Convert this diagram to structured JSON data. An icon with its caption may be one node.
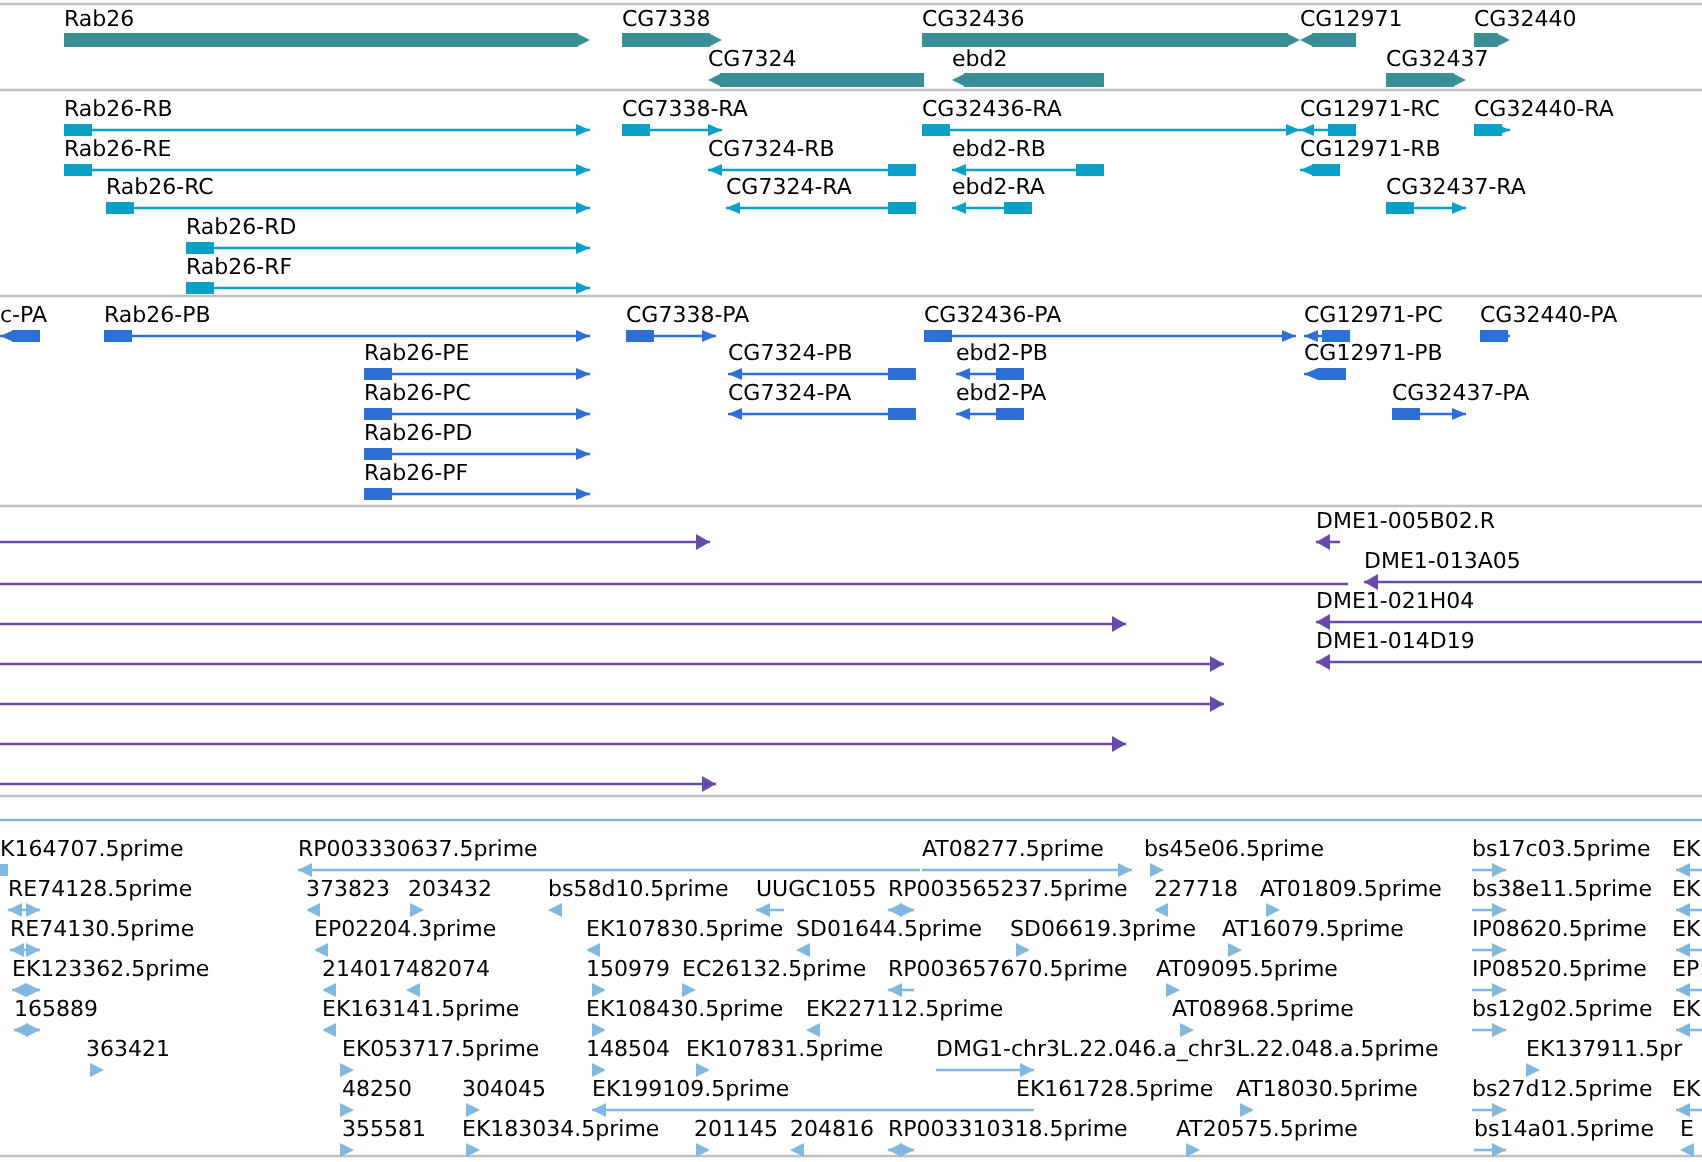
{
  "diagram": {
    "labels": [
      "Rab26",
      "CG7338",
      "CG32436",
      "CG12971",
      "CG32440",
      "CG7324",
      "ebd2",
      "CG32437",
      "Rab26-RB",
      "CG7338-RA",
      "CG32436-RA",
      "CG12971-RC",
      "CG32440-RA",
      "Rab26-RE",
      "CG7324-RB",
      "ebd2-RB",
      "CG12971-RB",
      "Rab26-RC",
      "CG7324-RA",
      "ebd2-RA",
      "CG32437-RA",
      "Rab26-RD",
      "Rab26-RF",
      "c-PA",
      "Rab26-PB",
      "CG7338-PA",
      "CG32436-PA",
      "CG12971-PC",
      "CG32440-PA",
      "Rab26-PE",
      "CG7324-PB",
      "ebd2-PB",
      "CG12971-PB",
      "Rab26-PC",
      "CG7324-PA",
      "ebd2-PA",
      "CG32437-PA",
      "Rab26-PD",
      "Rab26-PF",
      "DME1-005B02.R",
      "DME1-013A05",
      "DME1-021H04",
      "DME1-014D19",
      "K164707.5prime",
      "RP003330637.5prime",
      "AT08277.5prime",
      "bs45e06.5prime",
      "bs17c03.5prime",
      "EK",
      "RE74128.5prime",
      "373823",
      "203432",
      "bs58d10.5prime",
      "UUGC1055",
      "RP003565237.5prime",
      "227718",
      "AT01809.5prime",
      "bs38e11.5prime",
      "EK",
      "RE74130.5prime",
      "EP02204.3prime",
      "EK107830.5prime",
      "SD01644.5prime",
      "SD06619.3prime",
      "AT16079.5prime",
      "IP08620.5prime",
      "EK",
      "EK123362.5prime",
      "214017",
      "482074",
      "150979",
      "EC26132.5prime",
      "RP003657670.5prime",
      "AT09095.5prime",
      "IP08520.5prime",
      "EP",
      "165889",
      "EK163141.5prime",
      "EK108430.5prime",
      "EK227112.5prime",
      "AT08968.5prime",
      "bs12g02.5prime",
      "EK",
      "363421",
      "EK053717.5prime",
      "148504",
      "EK107831.5prime",
      "DMG1-chr3L.22.046.a_chr3L.22.048.a.5prime",
      "EK137911.5pr",
      "48250",
      "304045",
      "EK199109.5prime",
      "EK161728.5prime",
      "AT18030.5prime",
      "bs27d12.5prime",
      "EK",
      "355581",
      "EK183034.5prime",
      "201145",
      "204816",
      "RP003310318.5prime",
      "AT20575.5prime",
      "bs14a01.5prime",
      "E"
    ]
  }
}
